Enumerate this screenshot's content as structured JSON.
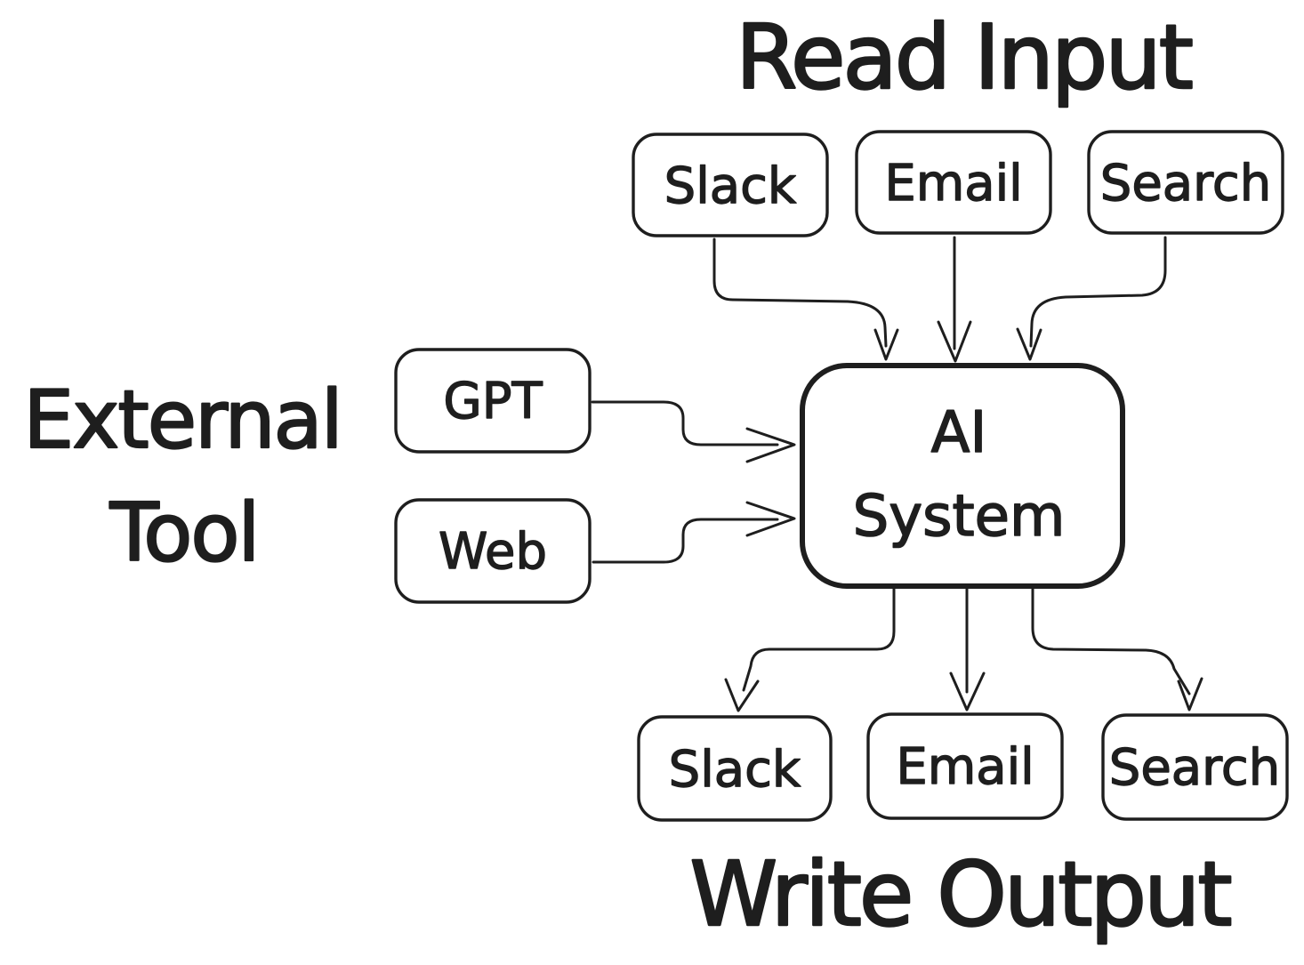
{
  "colors": {
    "ink": "#1e1e1e",
    "background": "#ffffff"
  },
  "titles": {
    "read_input": "Read Input",
    "write_output": "Write Output",
    "external_tool": [
      "External",
      "Tool"
    ]
  },
  "nodes": {
    "inputs": [
      {
        "label": "Slack"
      },
      {
        "label": "Email"
      },
      {
        "label": "Search"
      }
    ],
    "external_tools": [
      {
        "label": "GPT"
      },
      {
        "label": "Web"
      }
    ],
    "center": {
      "label": [
        "AI",
        "System"
      ]
    },
    "outputs": [
      {
        "label": "Slack"
      },
      {
        "label": "Email"
      },
      {
        "label": "Search"
      }
    ]
  },
  "edges": [
    {
      "from": "Slack",
      "to": "AI System",
      "group": "read-input"
    },
    {
      "from": "Email",
      "to": "AI System",
      "group": "read-input"
    },
    {
      "from": "Search",
      "to": "AI System",
      "group": "read-input"
    },
    {
      "from": "GPT",
      "to": "AI System",
      "group": "external-tool"
    },
    {
      "from": "Web",
      "to": "AI System",
      "group": "external-tool"
    },
    {
      "from": "AI System",
      "to": "Slack",
      "group": "write-output"
    },
    {
      "from": "AI System",
      "to": "Email",
      "group": "write-output"
    },
    {
      "from": "AI System",
      "to": "Search",
      "group": "write-output"
    }
  ]
}
